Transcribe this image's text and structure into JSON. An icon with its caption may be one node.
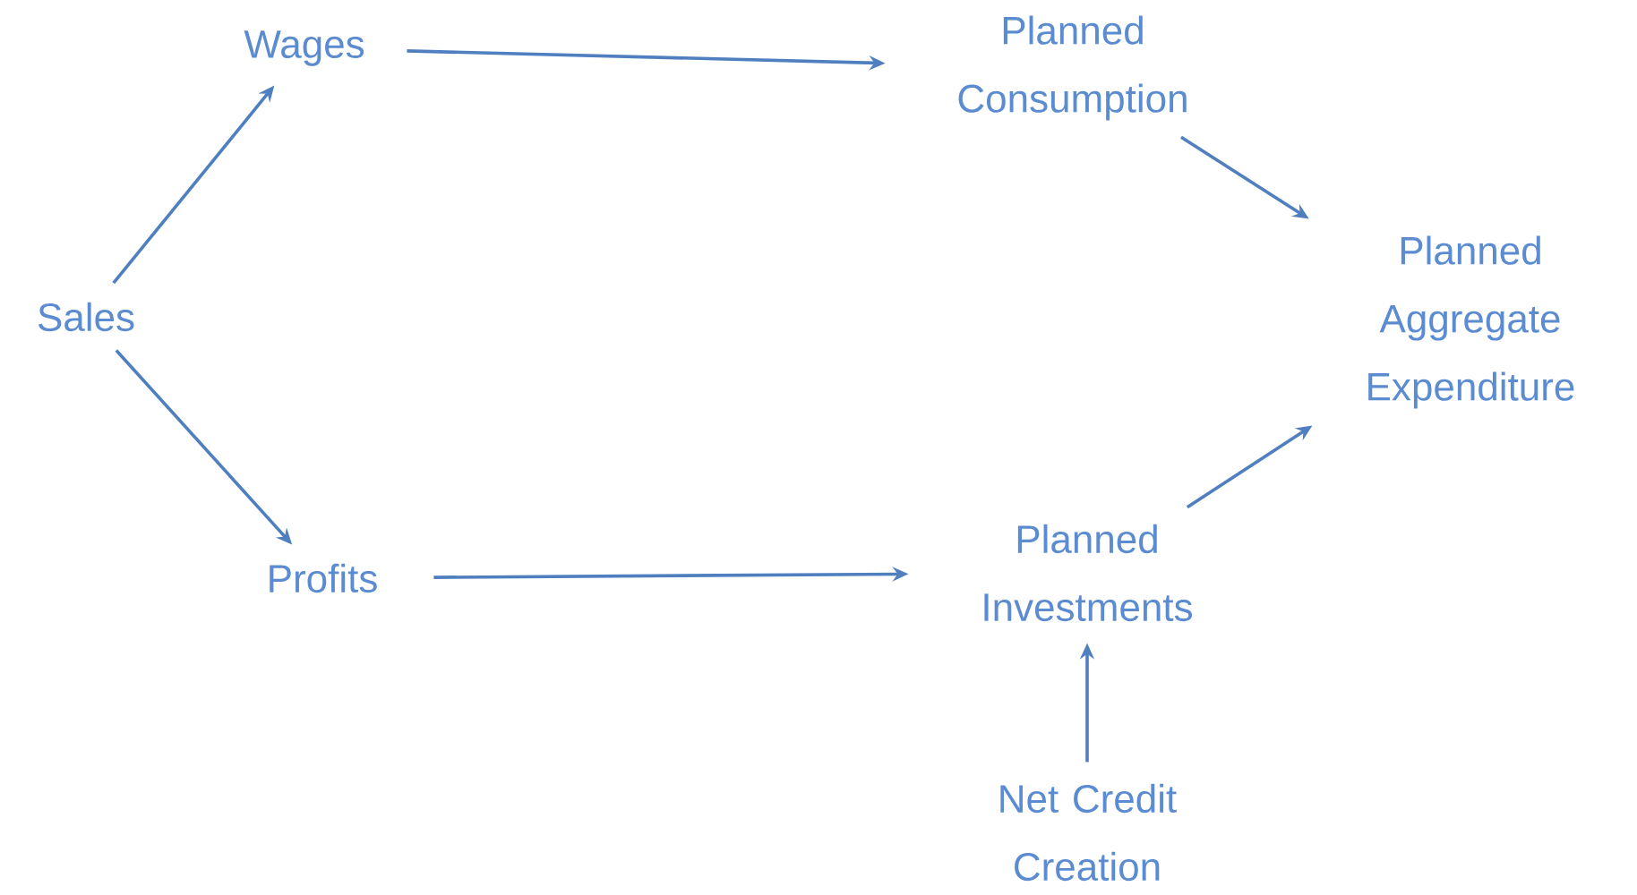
{
  "diagram": {
    "nodes": [
      {
        "text": [
          "Sales"
        ]
      },
      {
        "text": [
          "Wages"
        ]
      },
      {
        "text": [
          "Profits"
        ]
      },
      {
        "text": [
          "Planned Consumption"
        ]
      },
      {
        "text": [
          "Planned Investments"
        ]
      },
      {
        "text": [
          "Planned Aggregate Expenditure"
        ]
      },
      {
        "text": [
          "Net Credit Creation"
        ]
      }
    ],
    "edges": [
      {
        "from": 0,
        "to": 1,
        "arrow": "to"
      },
      {
        "from": 0,
        "to": 2,
        "arrow": "to"
      },
      {
        "from": 1,
        "to": 3,
        "arrow": "to"
      },
      {
        "from": 2,
        "to": 4,
        "arrow": "to"
      },
      {
        "from": 3,
        "to": 5,
        "arrow": "to"
      },
      {
        "from": 4,
        "to": 5,
        "arrow": "to"
      },
      {
        "from": 6,
        "to": 4,
        "arrow": "to"
      }
    ]
  }
}
